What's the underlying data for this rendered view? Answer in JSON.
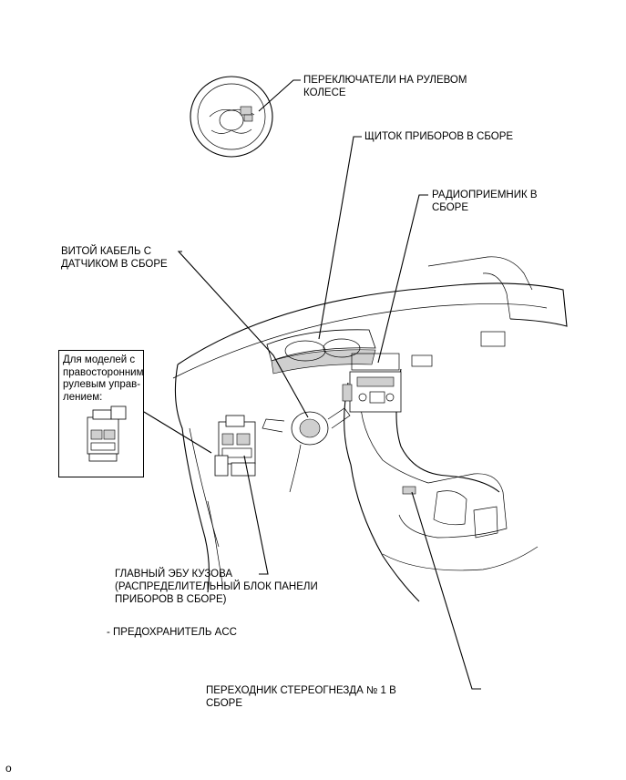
{
  "labels": {
    "steering_switches": [
      "ПЕРЕКЛЮЧАТЕЛИ НА РУЛЕВОМ",
      "КОЛЕСЕ"
    ],
    "combination_meter": [
      "ЩИТОК ПРИБОРОВ В СБОРЕ"
    ],
    "radio_receiver": [
      "РАДИОПРИЕМНИК В",
      "СБОРЕ"
    ],
    "spiral_cable": [
      "ВИТОЙ КАБЕЛЬ С",
      "ДАТЧИКОМ В СБОРЕ"
    ],
    "main_body_ecu": [
      "ГЛАВНЫЙ ЭБУ КУЗОВА",
      "(РАСПРЕДЕЛИТЕЛЬНЫЙ БЛОК ПАНЕЛИ",
      "ПРИБОРОВ В СБОРЕ)"
    ],
    "acc_fuse": [
      "- ПРЕДОХРАНИТЕЛЬ ACC"
    ],
    "stereo_jack": [
      "ПЕРЕХОДНИК СТЕРЕОГНЕЗДА № 1 В",
      "СБОРЕ"
    ]
  },
  "inset_note": [
    "Для моделей с",
    "правосторонним",
    "рулевым управ-",
    "лением:"
  ],
  "corner_mark": "o"
}
